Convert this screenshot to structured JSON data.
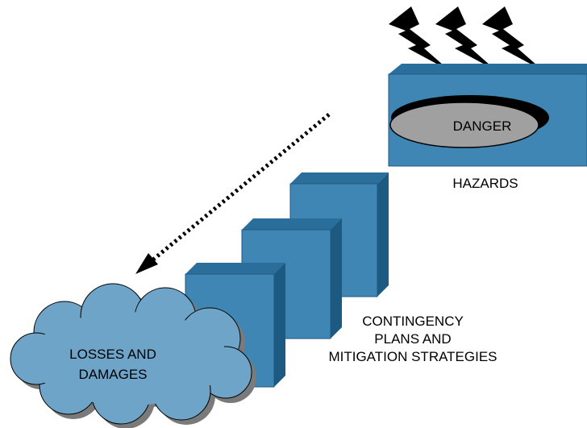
{
  "labels": {
    "danger": "DANGER",
    "hazards": "HAZARDS",
    "contingency_line1": "CONTINGENCY",
    "contingency_line2": "PLANS AND",
    "contingency_line3": "MITIGATION STRATEGIES",
    "losses_line1": "LOSSES AND",
    "losses_line2": "DAMAGES"
  },
  "colors": {
    "box_front": "#3f86b4",
    "box_top": "#2a6e9b",
    "box_side": "#1d5a82",
    "danger_ellipse": "#a0a0a0",
    "cloud": "#6ea4c8"
  },
  "icons": [
    "lightning-bolt-icon",
    "lightning-bolt-icon",
    "lightning-bolt-icon"
  ]
}
